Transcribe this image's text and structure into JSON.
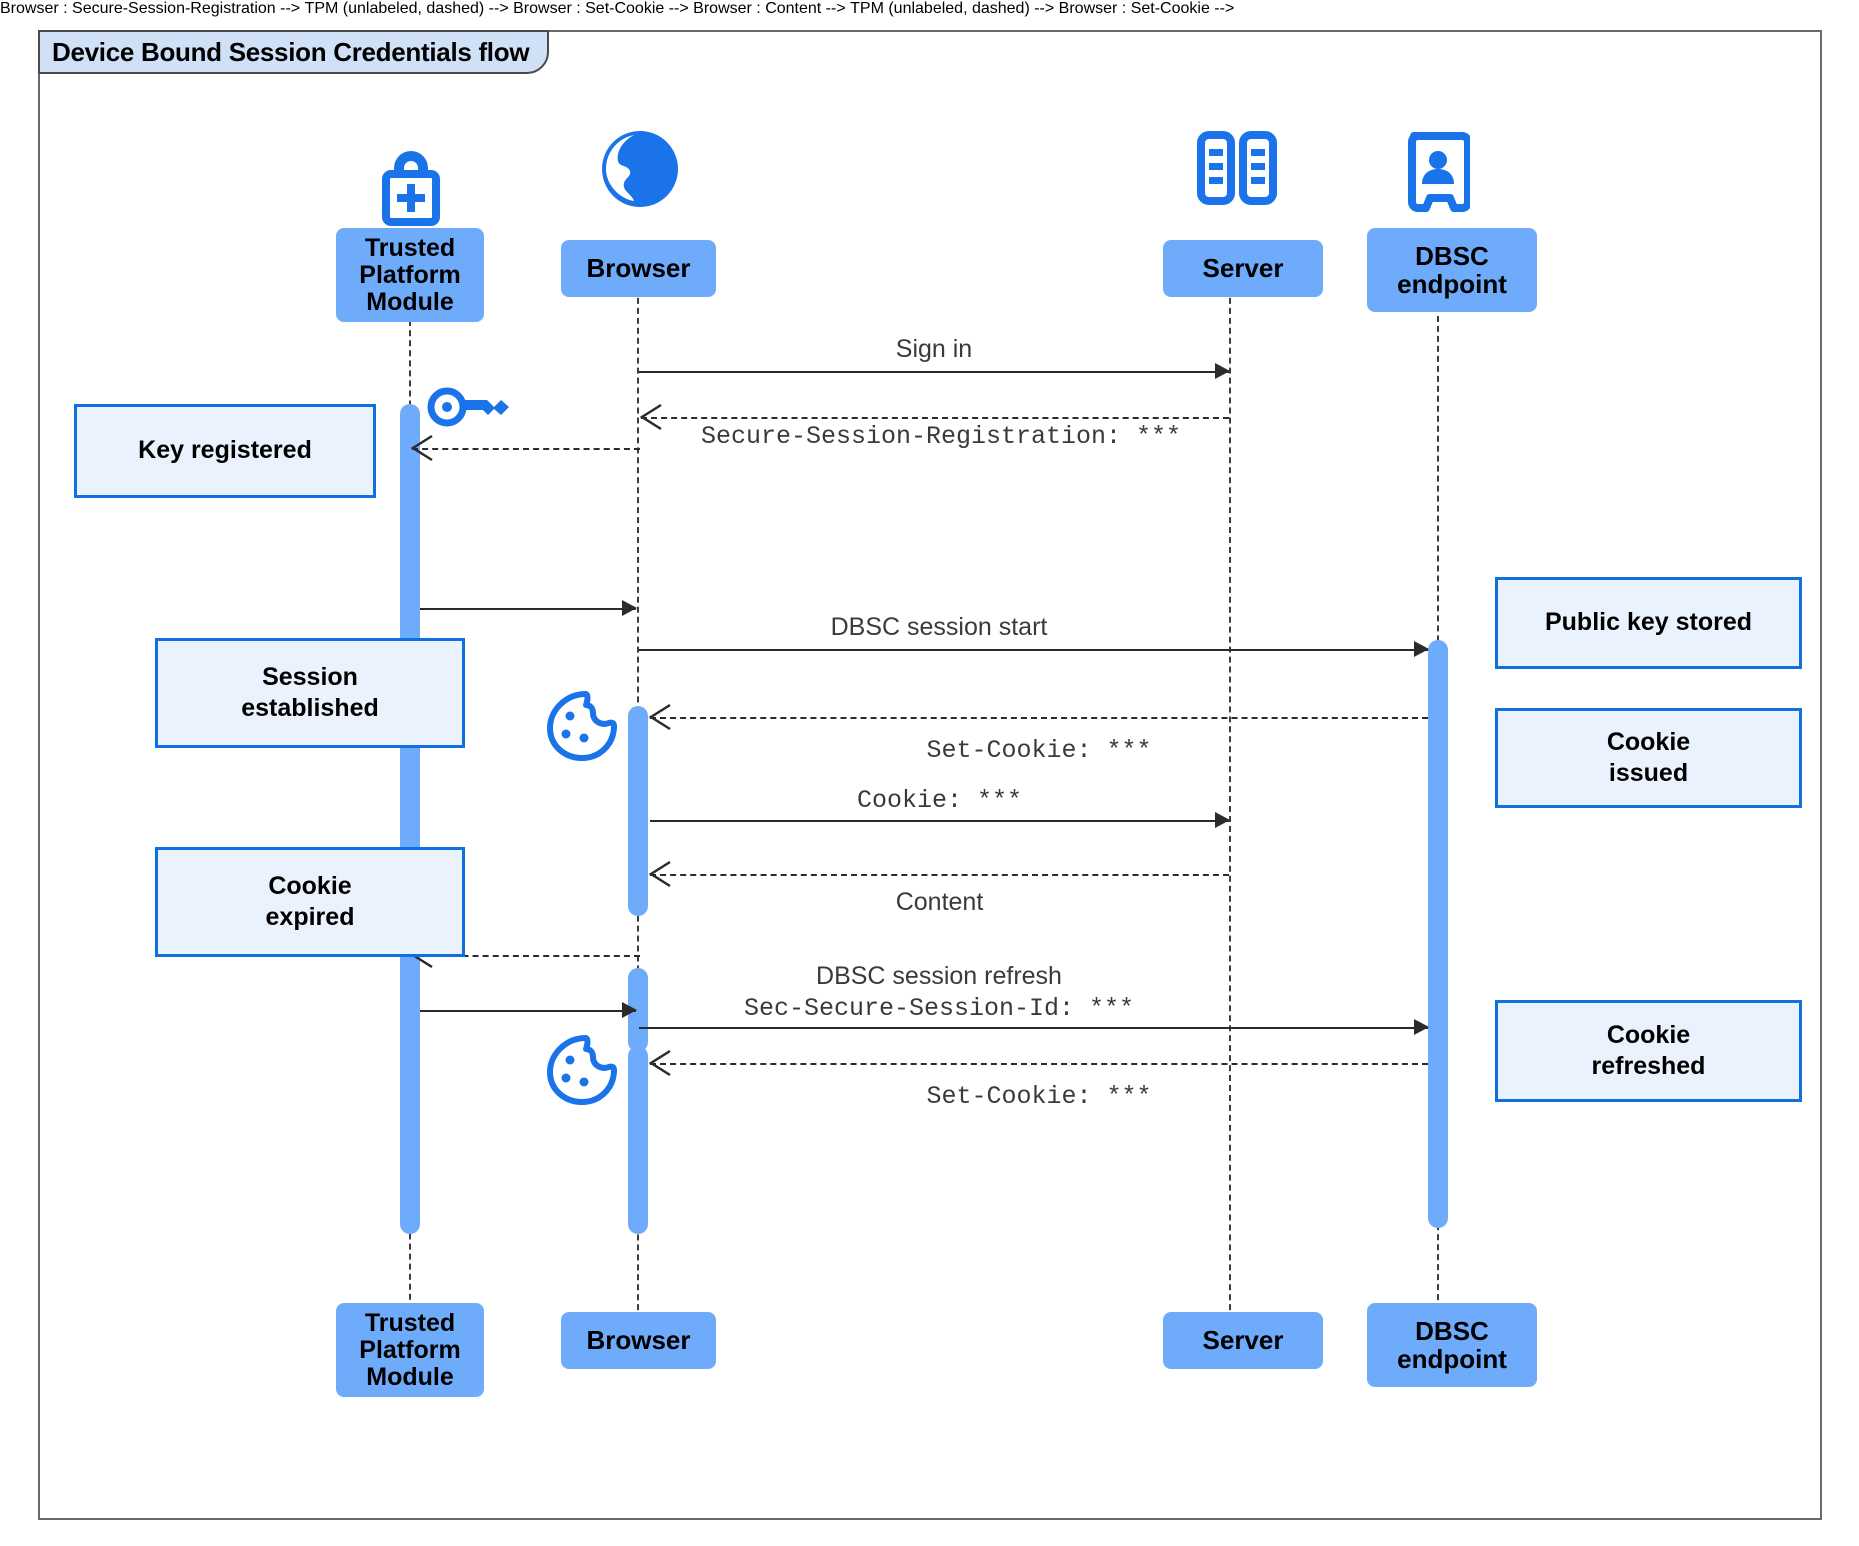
{
  "diagram": {
    "title": "Device Bound Session Credentials flow",
    "type": "sequence-diagram",
    "colors": {
      "actor_fill": "#6fabfb",
      "note_fill": "#eaf2fd",
      "note_border": "#1070e0",
      "icon_blue": "#1a73e8",
      "lifeline": "#3c3c3c",
      "frame_border": "#6a6a6a",
      "title_fill": "#cfe0f7"
    },
    "actors": [
      {
        "id": "tpm",
        "label": "Trusted\nPlatform\nModule",
        "icon": "lock-plus-icon"
      },
      {
        "id": "browser",
        "label": "Browser",
        "icon": "globe-icon"
      },
      {
        "id": "server",
        "label": "Server",
        "icon": "server-racks-icon"
      },
      {
        "id": "dbsc",
        "label": "DBSC\nendpoint",
        "icon": "id-badge-icon"
      }
    ],
    "messages": [
      {
        "id": "m1",
        "from": "browser",
        "to": "server",
        "label": "Sign in",
        "style": "solid",
        "font": "sans"
      },
      {
        "id": "m2",
        "from": "server",
        "to": "browser",
        "label": "Secure-Session-Registration: ***",
        "style": "dashed",
        "font": "mono"
      },
      {
        "id": "m3",
        "from": "browser",
        "to": "tpm",
        "label": "",
        "style": "dashed",
        "font": "mono"
      },
      {
        "id": "m4",
        "from": "tpm",
        "to": "browser",
        "label": "",
        "style": "solid",
        "font": "sans"
      },
      {
        "id": "m5",
        "from": "browser",
        "to": "dbsc",
        "label": "DBSC session start",
        "style": "solid",
        "font": "sans"
      },
      {
        "id": "m6",
        "from": "dbsc",
        "to": "browser",
        "label": "Set-Cookie: ***",
        "style": "dashed",
        "font": "mono"
      },
      {
        "id": "m7",
        "from": "browser",
        "to": "server",
        "label": "Cookie: ***",
        "style": "solid",
        "font": "mono"
      },
      {
        "id": "m8",
        "from": "server",
        "to": "browser",
        "label": "Content",
        "style": "dashed",
        "font": "sans"
      },
      {
        "id": "m9",
        "from": "browser",
        "to": "tpm",
        "label": "",
        "style": "dashed",
        "font": "mono"
      },
      {
        "id": "m10",
        "from": "tpm",
        "to": "browser",
        "label": "",
        "style": "solid",
        "font": "sans"
      },
      {
        "id": "m11",
        "from": "browser",
        "to": "dbsc",
        "label": "DBSC session refresh\nSec-Secure-Session-Id: ***",
        "style": "solid",
        "font": "mono"
      },
      {
        "id": "m12",
        "from": "dbsc",
        "to": "browser",
        "label": "Set-Cookie: ***",
        "style": "dashed",
        "font": "mono"
      }
    ],
    "message_labels": {
      "sign_in": "Sign in",
      "secure_session_registration": "Secure-Session-Registration: ***",
      "dbsc_session_start": "DBSC session start",
      "set_cookie_1": "Set-Cookie: ***",
      "cookie": "Cookie: ***",
      "content": "Content",
      "dbsc_session_refresh": "DBSC session refresh",
      "sec_secure_session_id": "Sec-Secure-Session-Id: ***",
      "set_cookie_2": "Set-Cookie: ***"
    },
    "notes": [
      {
        "id": "n1",
        "text": "Key registered",
        "side": "left",
        "anchor": "tpm"
      },
      {
        "id": "n2",
        "text": "Session\nestablished",
        "side": "left",
        "anchor": "tpm"
      },
      {
        "id": "n3",
        "text": "Cookie\nexpired",
        "side": "left",
        "anchor": "tpm"
      },
      {
        "id": "n4",
        "text": "Public key stored",
        "side": "right",
        "anchor": "dbsc"
      },
      {
        "id": "n5",
        "text": "Cookie\nissued",
        "side": "right",
        "anchor": "dbsc"
      },
      {
        "id": "n6",
        "text": "Cookie\nrefreshed",
        "side": "right",
        "anchor": "dbsc"
      }
    ],
    "note_labels": {
      "key_registered": "Key registered",
      "session_established_l1": "Session",
      "session_established_l2": "established",
      "cookie_expired_l1": "Cookie",
      "cookie_expired_l2": "expired",
      "public_key_stored": "Public key stored",
      "cookie_issued_l1": "Cookie",
      "cookie_issued_l2": "issued",
      "cookie_refreshed_l1": "Cookie",
      "cookie_refreshed_l2": "refreshed"
    },
    "actor_labels": {
      "tpm_l1": "Trusted",
      "tpm_l2": "Platform",
      "tpm_l3": "Module",
      "browser": "Browser",
      "server": "Server",
      "dbsc_l1": "DBSC",
      "dbsc_l2": "endpoint"
    },
    "inline_icons": [
      {
        "id": "key",
        "name": "key-icon",
        "near": "tpm"
      },
      {
        "id": "cookie1",
        "name": "cookie-icon",
        "near": "browser"
      },
      {
        "id": "cookie2",
        "name": "cookie-icon",
        "near": "browser"
      }
    ]
  }
}
